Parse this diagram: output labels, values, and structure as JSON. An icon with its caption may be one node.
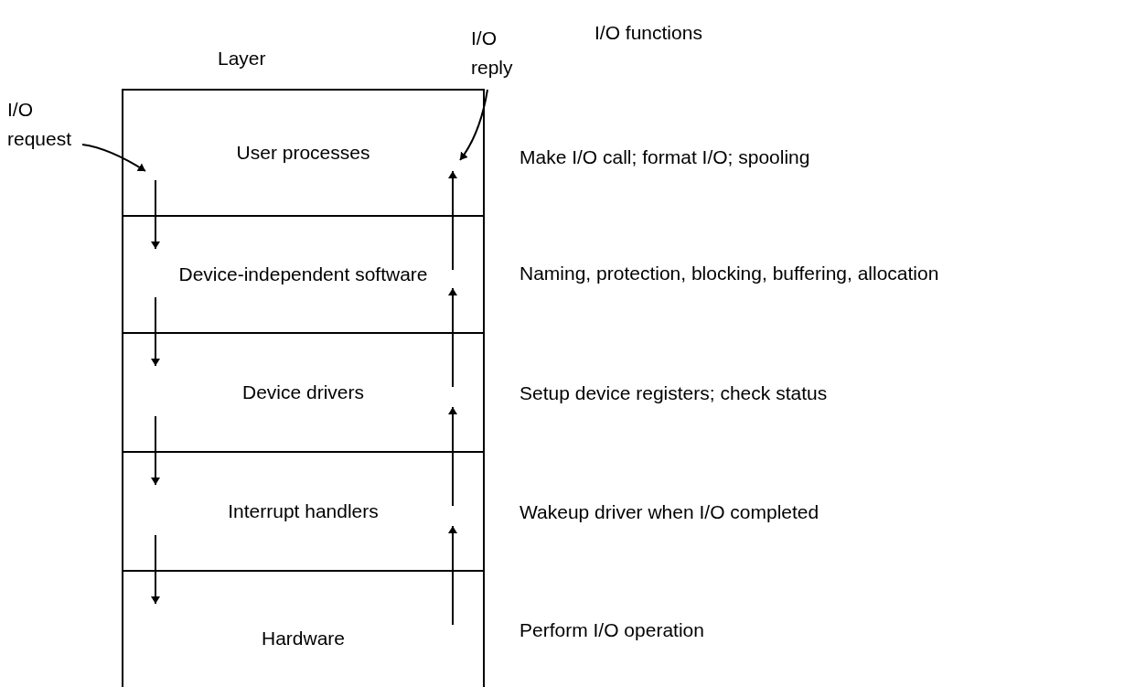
{
  "diagram": {
    "nodes": [
      {
        "text": [
          "User processes"
        ]
      },
      {
        "text": [
          "Device-independent software"
        ]
      },
      {
        "text": [
          "Device drivers"
        ]
      },
      {
        "text": [
          "Interrupt handlers"
        ]
      },
      {
        "text": [
          "Hardware"
        ]
      },
      {
        "text": [
          "I/O request"
        ]
      },
      {
        "text": [
          "I/O reply"
        ]
      }
    ],
    "edges": [
      {
        "from": 0,
        "to": 1,
        "arrow": "to"
      },
      {
        "from": 1,
        "to": 2,
        "arrow": "to"
      },
      {
        "from": 2,
        "to": 3,
        "arrow": "to"
      },
      {
        "from": 3,
        "to": 4,
        "arrow": "to"
      },
      {
        "from": 1,
        "to": 0,
        "arrow": "to"
      },
      {
        "from": 2,
        "to": 1,
        "arrow": "to"
      },
      {
        "from": 3,
        "to": 2,
        "arrow": "to"
      },
      {
        "from": 4,
        "to": 3,
        "arrow": "to"
      },
      {
        "from": 5,
        "to": 0,
        "arrow": "to"
      },
      {
        "from": 6,
        "to": 0,
        "arrow": "to"
      }
    ],
    "labels": [
      "Layer",
      "I/O functions",
      "Make I/O call; format I/O; spooling",
      "Naming, protection, blocking, buffering, allocation",
      "Setup device registers; check status",
      "Wakeup driver when I/O completed",
      "Perform I/O operation"
    ]
  }
}
